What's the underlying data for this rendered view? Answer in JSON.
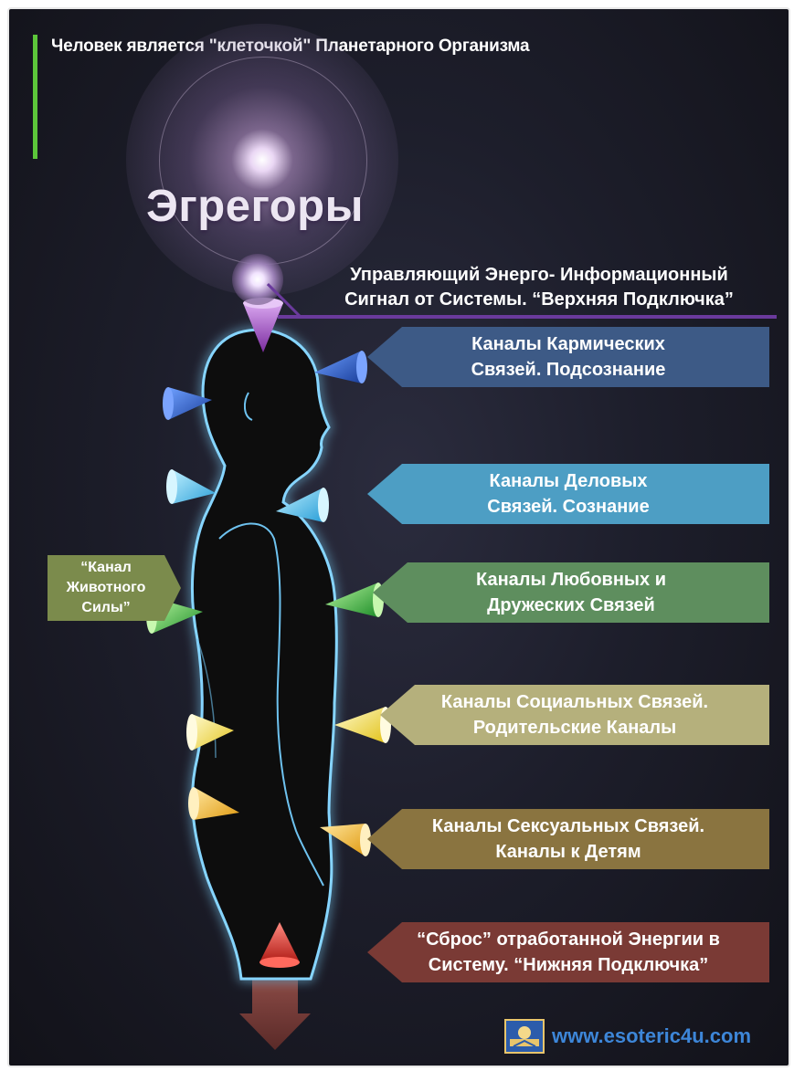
{
  "header": {
    "title": "Человек является \"клеточкой\" Планетарного Организма"
  },
  "egregor": {
    "label": "Эгрегоры"
  },
  "top_signal": {
    "line1": "Управляющий Энерго- Информационный",
    "line2": "Сигнал от Системы. “Верхняя Подключка”"
  },
  "banners": [
    {
      "line1": "Каналы Кармических",
      "line2": "Связей. Подсознание",
      "color": "#3d5a86"
    },
    {
      "line1": "Каналы Деловых",
      "line2": "Связей. Сознание",
      "color": "#4d9ec4"
    },
    {
      "line1": "Каналы Любовных и",
      "line2": "Дружеских Связей",
      "color": "#5e8e5e"
    },
    {
      "line1": "Каналы Социальных Связей.",
      "line2": "Родительские Каналы",
      "color": "#b5b07c"
    },
    {
      "line1": "Каналы Сексуальных Связей.",
      "line2": "Каналы к Детям",
      "color": "#8a7440"
    },
    {
      "line1": "“Сброс” отработанной Энергии в",
      "line2": "Систему. “Нижняя Подключка”",
      "color": "#7a3a35"
    }
  ],
  "left_banner": {
    "line1": "“Канал",
    "line2": "Животного",
    "line3": "Силы”",
    "color": "#7b8b4c"
  },
  "footer": {
    "site": "www.esoteric4u.com"
  },
  "icons": [
    "logo-icon"
  ]
}
